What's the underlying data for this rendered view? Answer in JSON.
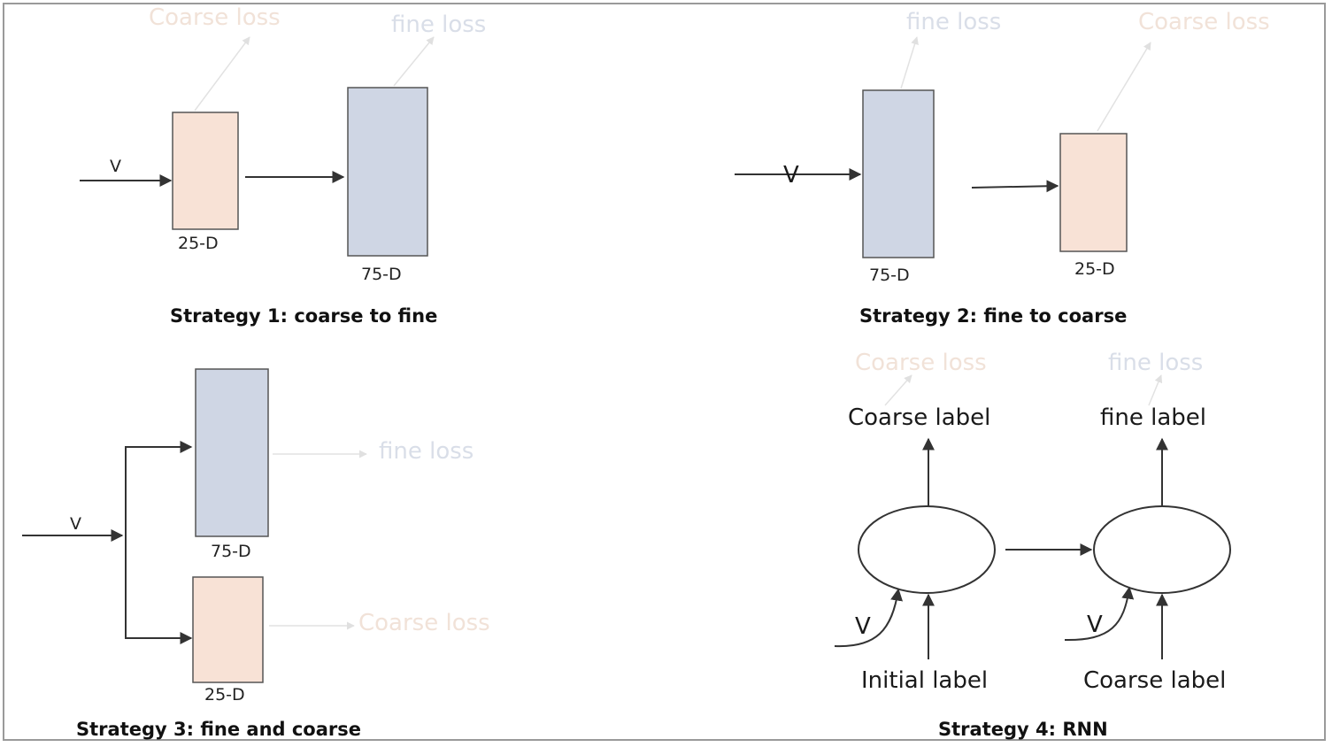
{
  "labels": {
    "v": "V",
    "d25": "25-D",
    "d75": "75-D",
    "fine_loss": "fine loss",
    "coarse_loss": "Coarse loss",
    "coarse_label": "Coarse label",
    "fine_label": "fine label",
    "initial_label": "Initial label"
  },
  "captions": {
    "s1": "Strategy 1: coarse to fine",
    "s2": "Strategy 2: fine to coarse",
    "s3": "Strategy 3: fine and coarse",
    "s4": "Strategy 4: RNN"
  },
  "colors": {
    "coarse_block": "#f8e2d6",
    "fine_block": "#cfd6e4",
    "block_border": "#555555",
    "frame_border": "#9a9a9a"
  }
}
